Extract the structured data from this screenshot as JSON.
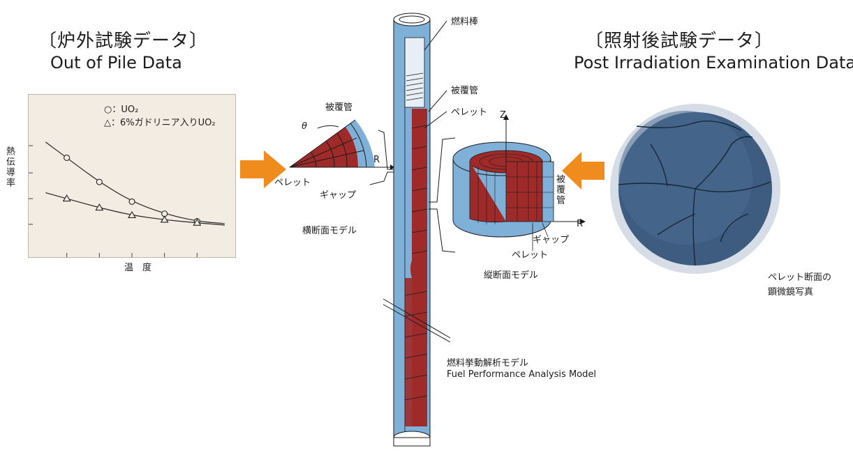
{
  "left": {
    "heading_jp": "〔炉外試験データ〕",
    "heading_en": "Out of Pile Data"
  },
  "right": {
    "heading_jp": "〔照射後試験データ〕",
    "heading_en": "Post Irradiation Examination Data",
    "photo_caption_line1": "ペレット断面の",
    "photo_caption_line2": "顕微鏡写真"
  },
  "chart_data": {
    "type": "line",
    "ylabel": "熱伝導率",
    "xlabel": "温　度",
    "legend": [
      {
        "symbol": "○",
        "text": "：UO₂"
      },
      {
        "symbol": "△",
        "text": "：6%ガドリニア入りUO₂"
      }
    ],
    "series": [
      {
        "name": "UO₂",
        "marker": "circle",
        "values": [
          0.62,
          0.46,
          0.33,
          0.25,
          0.2
        ]
      },
      {
        "name": "6%ガドリニア入りUO₂",
        "marker": "triangle",
        "values": [
          0.35,
          0.29,
          0.24,
          0.21,
          0.19
        ]
      }
    ],
    "x": [
      1,
      2,
      3,
      4,
      5
    ],
    "ylim": [
      0,
      1
    ],
    "xlim": [
      0,
      6
    ],
    "grid": false
  },
  "rod": {
    "fuel_rod_label": "燃料棒",
    "cladding_label": "被覆管",
    "pellet_label": "ペレット",
    "model_label_jp": "燃料挙動解析モデル",
    "model_label_en": "Fuel Performance Analysis Model"
  },
  "cross_section": {
    "cladding_label": "被覆管",
    "theta_label": "θ",
    "r_label": "R",
    "pellet_label": "ペレット",
    "gap_label": "ギャップ",
    "model_label": "横断面モデル"
  },
  "longitudinal": {
    "z_label": "Z",
    "cladding_label": "被覆管",
    "r_label": "R",
    "gap_label": "ギャップ",
    "pellet_label": "ペレット",
    "model_label": "縦断面モデル"
  },
  "colors": {
    "cladding": "#7fb0d8",
    "pellet": "#9e2a2a",
    "arrow": "#f08c1e",
    "photo": "#3a5878"
  }
}
